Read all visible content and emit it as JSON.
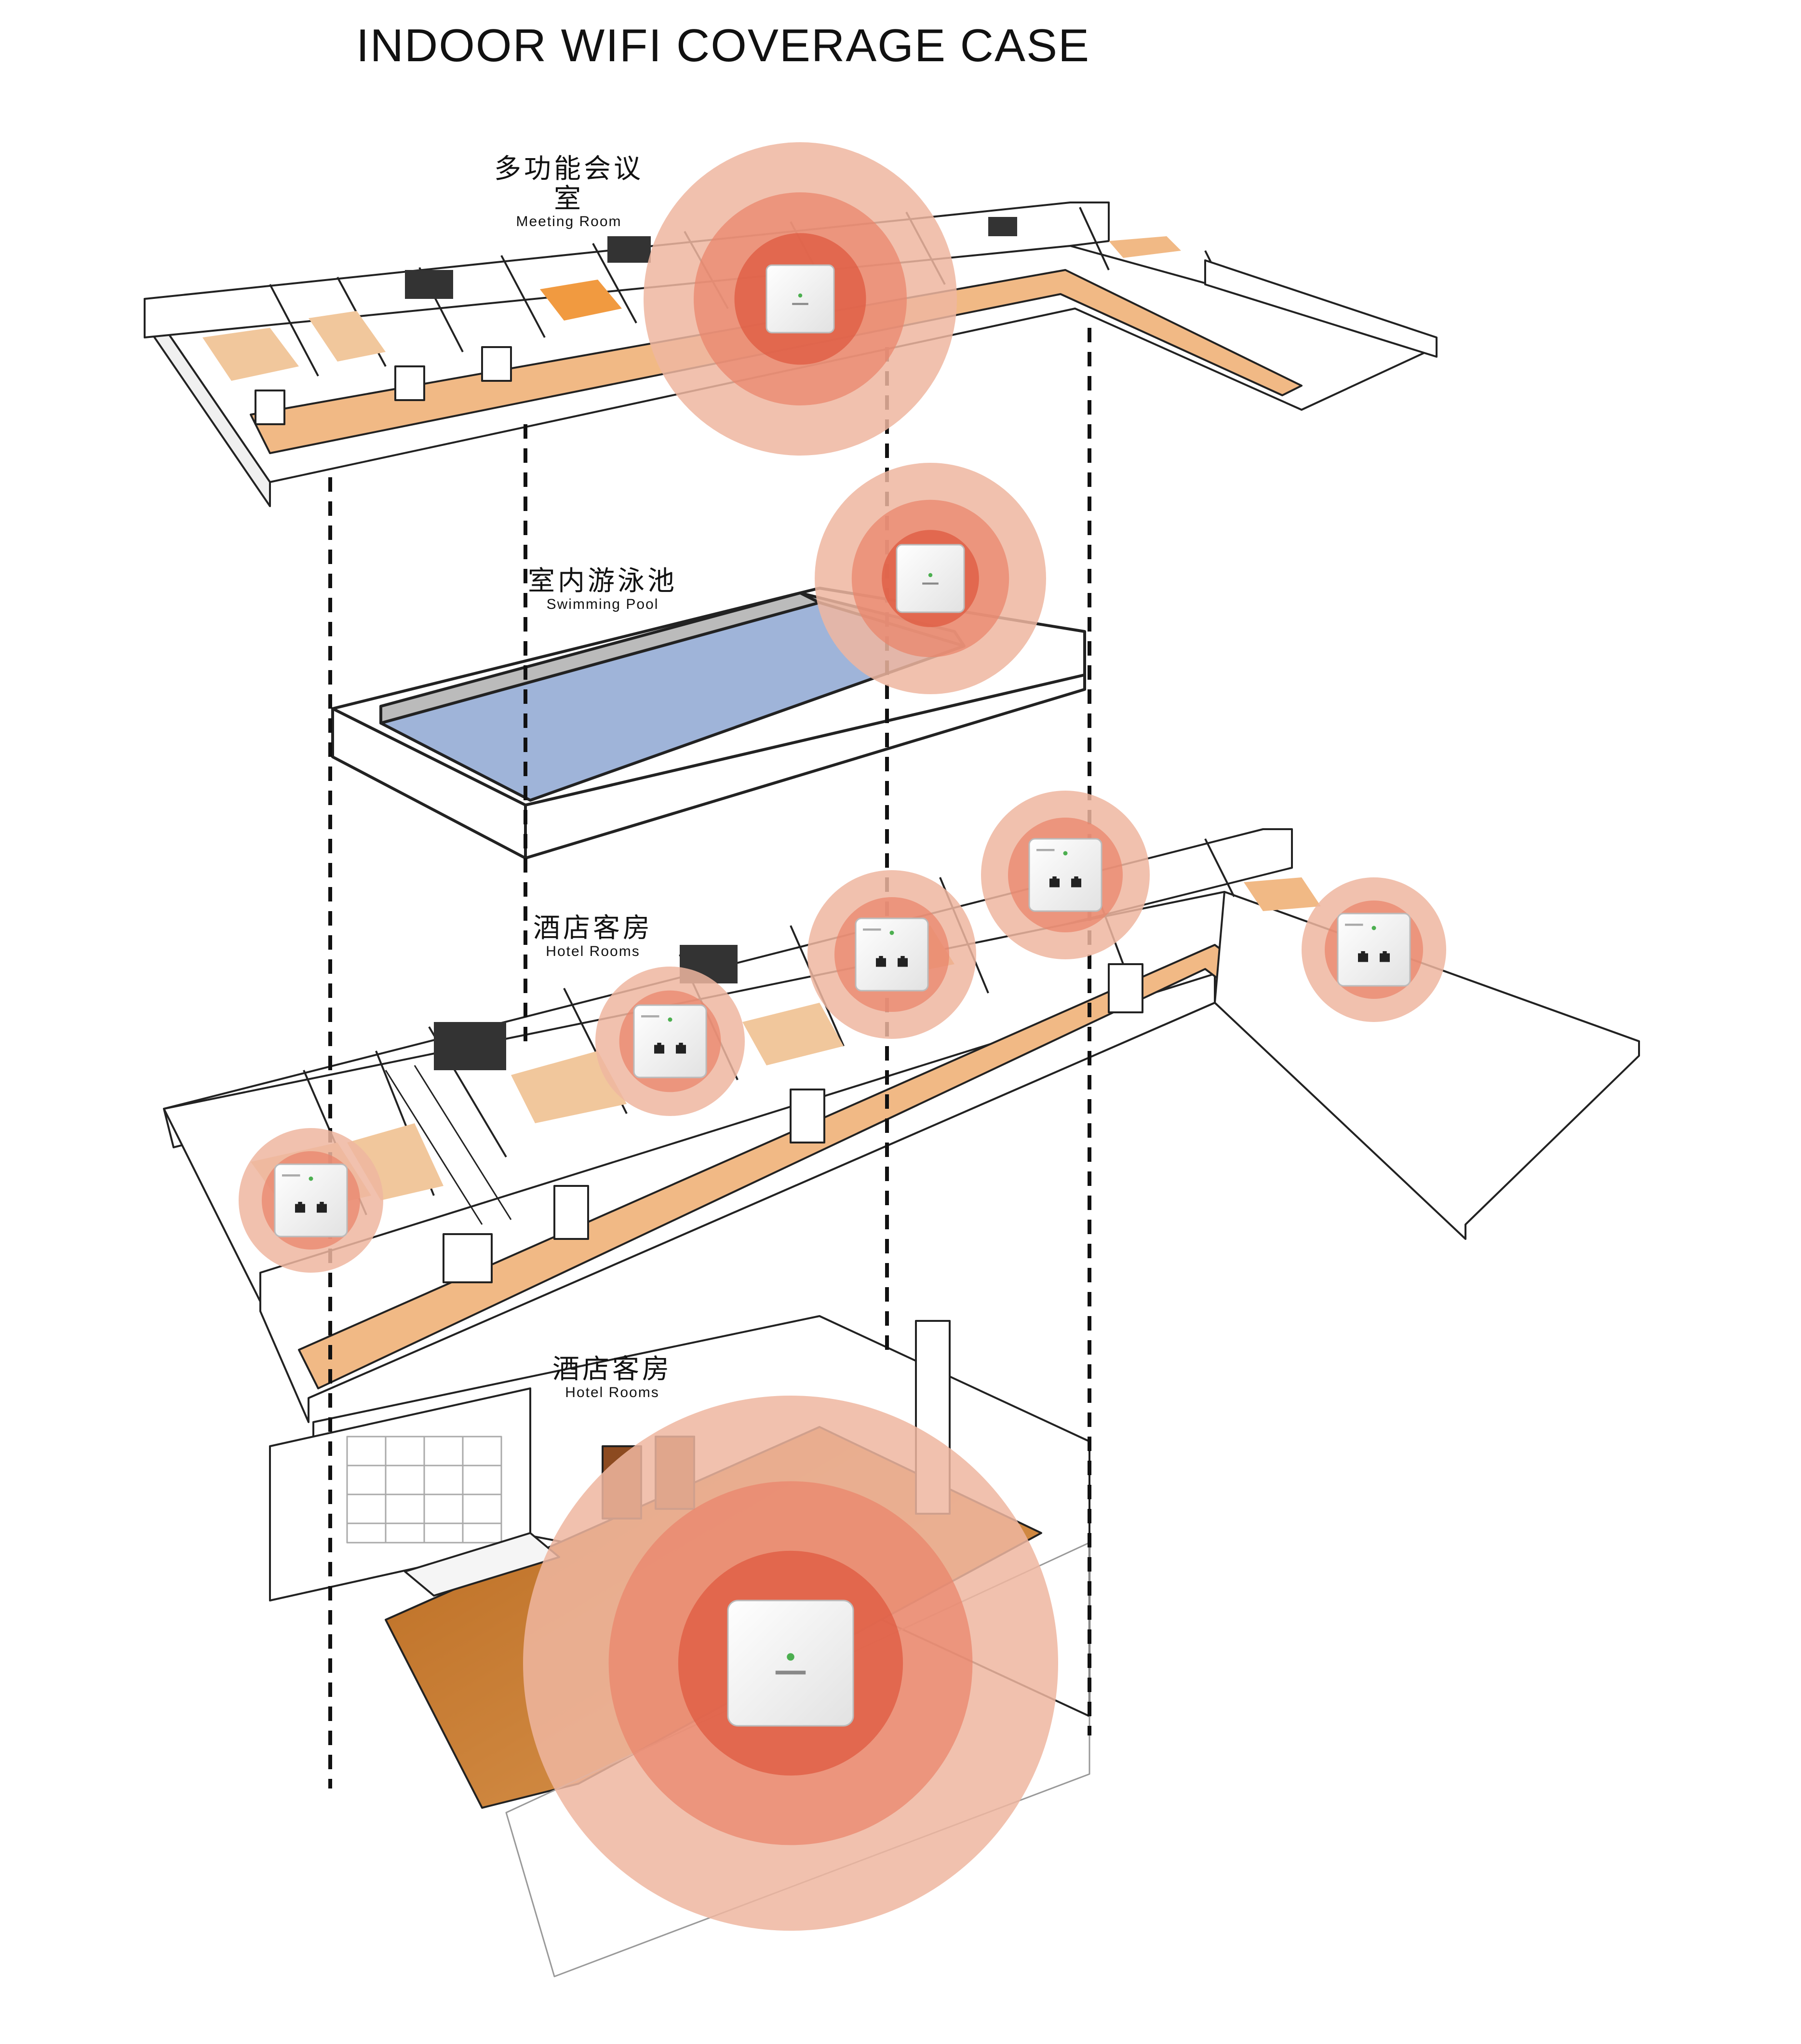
{
  "title": "INDOOR WIFI COVERAGE CASE",
  "zones": [
    {
      "cn": "多功能会议室",
      "en": "Meeting Room"
    },
    {
      "cn": "室内游泳池",
      "en": "Swimming Pool"
    },
    {
      "cn": "酒店客房",
      "en": "Hotel Rooms"
    },
    {
      "cn": "酒店客房",
      "en": "Hotel Rooms"
    }
  ],
  "colors": {
    "corridor": "#f1b985",
    "floor_lobby": "#c87a30",
    "pool_water": "#9fb4d9",
    "coverage_outer": "#efb6a0",
    "coverage_mid": "#e9866c",
    "coverage_inner": "#df5a40",
    "line": "#222222",
    "wall": "#ffffff",
    "device": "#f4f4f4"
  },
  "icons": [
    "ceiling-access-point-icon",
    "wall-plate-access-point-icon",
    "wifi-signal-icon",
    "ethernet-port-icon"
  ]
}
